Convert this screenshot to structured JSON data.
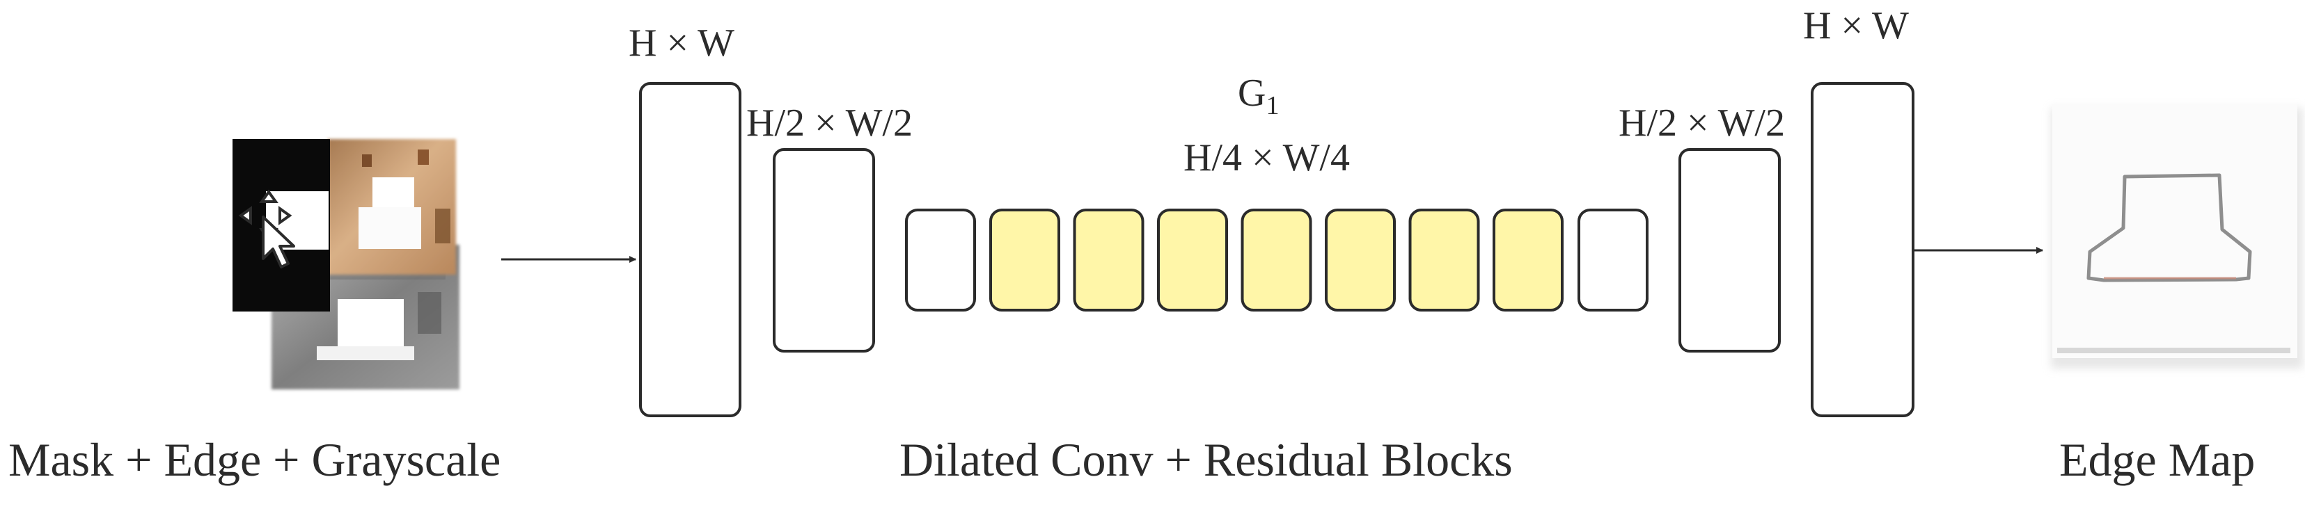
{
  "input": {
    "caption": "Mask + Edge + Grayscale"
  },
  "generator": {
    "name": "G",
    "subscript": "1",
    "middle_dim": "H/4 × W/4",
    "caption": "Dilated Conv + Residual Blocks"
  },
  "encoder": {
    "dim_1": "H × W",
    "dim_2": "H/2 × W/2"
  },
  "decoder": {
    "dim_1": "H/2 × W/2",
    "dim_2": "H × W"
  },
  "output": {
    "caption": "Edge Map"
  },
  "colors": {
    "stroke": "#2b2b2b",
    "residual_fill": "#fff6a8",
    "plain_fill": "#ffffff",
    "mask_black": "#0a0a0a",
    "photo_warm": "#c99a6a",
    "photo_gray": "#8e8e8e"
  },
  "residual_block_count": 7
}
